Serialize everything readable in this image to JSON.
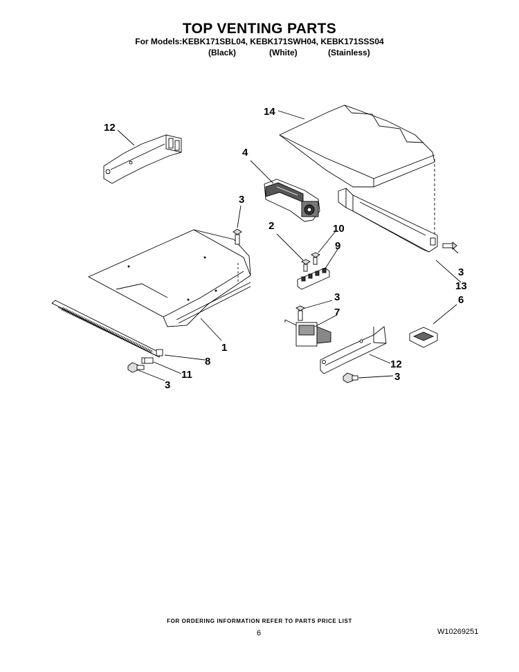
{
  "header": {
    "title": "TOP VENTING PARTS",
    "models": "For Models:KEBK171SBL04, KEBK171SWH04, KEBK171SSS04",
    "finishes": [
      "(Black)",
      "(White)",
      "(Stainless)"
    ]
  },
  "callouts": {
    "c14": "14",
    "c12a": "12",
    "c4": "4",
    "c3a": "3",
    "c2": "2",
    "c10": "10",
    "c9": "9",
    "c3b": "3",
    "c13": "13",
    "c3c": "3",
    "c7": "7",
    "c6": "6",
    "c1": "1",
    "c8": "8",
    "c11": "11",
    "c3d": "3",
    "c12b": "12",
    "c3e": "3"
  },
  "footer": {
    "note": "FOR ORDERING INFORMATION REFER TO PARTS PRICE LIST",
    "page": "6",
    "doc": "W10269251"
  }
}
